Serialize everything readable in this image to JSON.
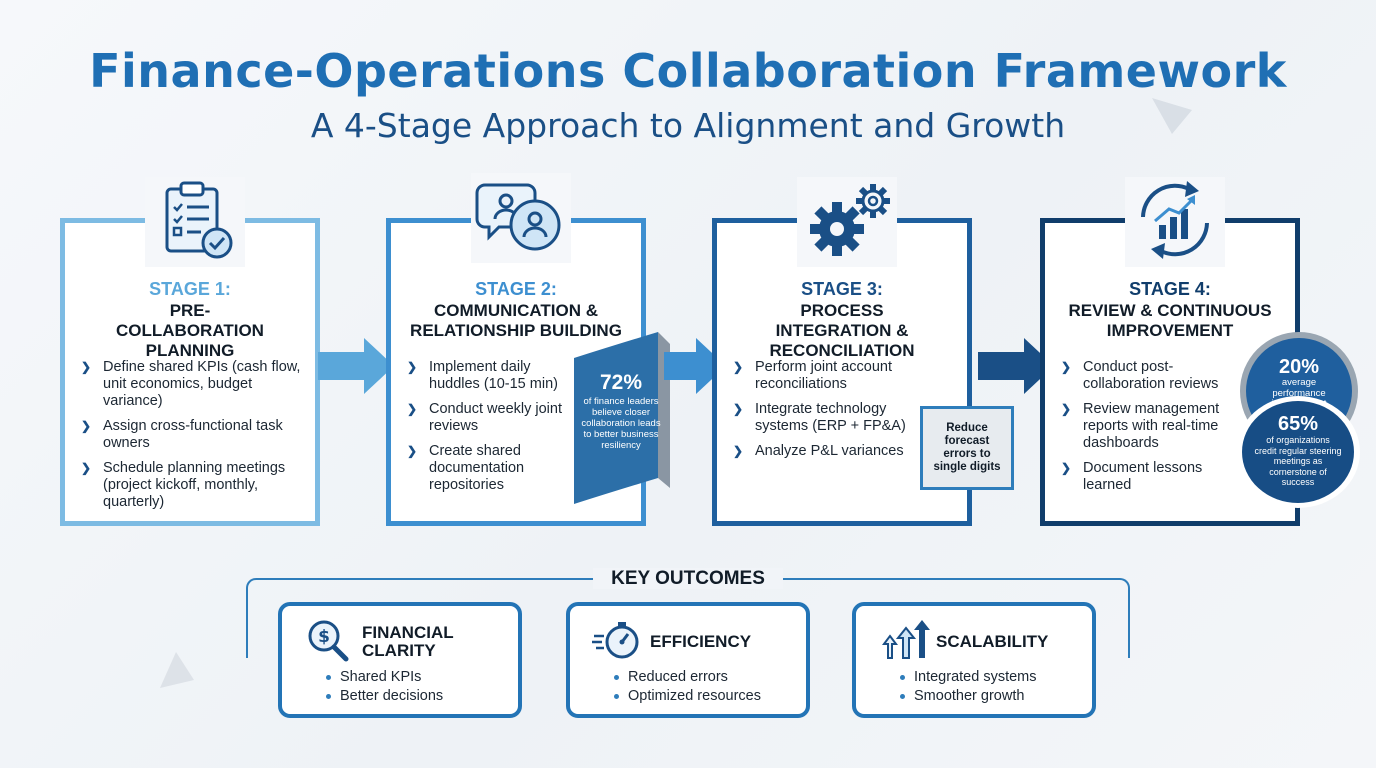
{
  "header": {
    "title": "Finance-Operations Collaboration Framework",
    "subtitle": "A 4-Stage Approach to Alignment and Growth"
  },
  "colors": {
    "stage1": "#7dbbe3",
    "stage2": "#3d8fd0",
    "stage3": "#1e5f9e",
    "stage4": "#103d6b",
    "accent": "#1f6fb4"
  },
  "stages": [
    {
      "icon": "clipboard-checklist-icon",
      "number": "STAGE 1:",
      "name": "PRE-COLLABORATION PLANNING",
      "bullets": [
        "Define shared KPIs (cash flow, unit economics, budget variance)",
        "Assign cross-functional task owners",
        "Schedule planning meetings (project kickoff, monthly, quarterly)"
      ]
    },
    {
      "icon": "chat-people-icon",
      "number": "STAGE 2:",
      "name": "COMMUNICATION & RELATIONSHIP BUILDING",
      "bullets": [
        "Implement daily huddles (10-15 min)",
        "Conduct weekly joint reviews",
        "Create shared documentation repositories"
      ],
      "callout": {
        "value": "72%",
        "text": "of finance leaders believe closer collaboration leads to better business resiliency"
      }
    },
    {
      "icon": "gears-icon",
      "number": "STAGE 3:",
      "name": "PROCESS INTEGRATION & RECONCILIATION",
      "bullets": [
        "Perform joint account reconciliations",
        "Integrate technology systems (ERP + FP&A)",
        "Analyze P&L variances"
      ],
      "callout": {
        "text": "Reduce forecast errors to single digits"
      }
    },
    {
      "icon": "cycle-growth-chart-icon",
      "number": "STAGE 4:",
      "name": "REVIEW & CONTINUOUS IMPROVEMENT",
      "bullets": [
        "Conduct post-collaboration reviews",
        "Review management reports with real-time dashboards",
        "Document lessons learned"
      ],
      "stats": [
        {
          "value": "20%",
          "text": "average performance improvement"
        },
        {
          "value": "65%",
          "text": "of organizations credit regular steering meetings as cornerstone of success"
        }
      ]
    }
  ],
  "outcomes": {
    "title": "KEY OUTCOMES",
    "cards": [
      {
        "icon": "dollar-magnifier-icon",
        "title": "FINANCIAL CLARITY",
        "items": [
          "Shared KPIs",
          "Better decisions"
        ]
      },
      {
        "icon": "stopwatch-icon",
        "title": "EFFICIENCY",
        "items": [
          "Reduced errors",
          "Optimized resources"
        ]
      },
      {
        "icon": "growth-arrows-icon",
        "title": "SCALABILITY",
        "items": [
          "Integrated systems",
          "Smoother growth"
        ]
      }
    ]
  }
}
